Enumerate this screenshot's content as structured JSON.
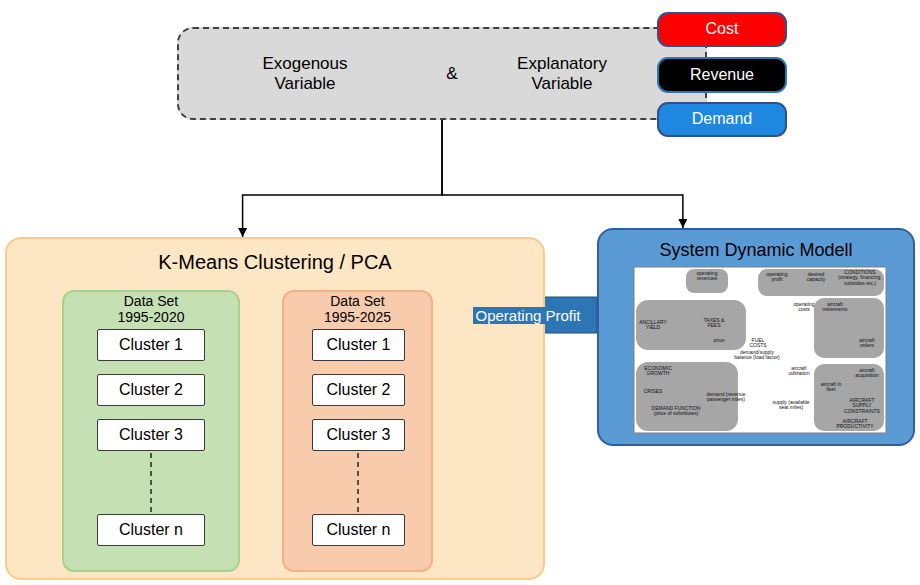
{
  "diagram": {
    "nodes": [
      {
        "text": [
          "Exogenous Variable",
          "&",
          "Explanatory Variable"
        ]
      },
      {
        "text": [
          "Cost"
        ]
      },
      {
        "text": [
          "Revenue"
        ]
      },
      {
        "text": [
          "Demand"
        ]
      },
      {
        "text": [
          "K-Means Clustering / PCA"
        ]
      },
      {
        "text": [
          "Data Set 1995-2020"
        ],
        "in": 4
      },
      {
        "text": [
          "Cluster 1"
        ],
        "in": 5
      },
      {
        "text": [
          "Cluster 2"
        ],
        "in": 5
      },
      {
        "text": [
          "Cluster 3"
        ],
        "in": 5
      },
      {
        "text": [
          "Cluster n"
        ],
        "in": 5
      },
      {
        "text": [
          "Data Set 1995-2025"
        ],
        "in": 4
      },
      {
        "text": [
          "Cluster 1"
        ],
        "in": 10
      },
      {
        "text": [
          "Cluster 2"
        ],
        "in": 10
      },
      {
        "text": [
          "Cluster 3"
        ],
        "in": 10
      },
      {
        "text": [
          "Cluster n"
        ],
        "in": 10
      },
      {
        "text": [
          "System Dynamic Modell"
        ]
      }
    ],
    "edges": [
      {
        "from": 0,
        "to": 4,
        "arrow": "to"
      },
      {
        "from": 0,
        "to": 15,
        "arrow": "to"
      },
      {
        "from": 15,
        "to": 10,
        "label": "Operating Profit",
        "arrow": "to"
      }
    ],
    "labels": [
      "operating revenues",
      "operating profit",
      "desired capacity",
      "CONDITIONS (strategy, financing, subsidies etc.)",
      "ANCILLARY YIELD",
      "TAXES & FEES",
      "price",
      "operating costs",
      "FUEL COSTS",
      "aircraft retirements",
      "aircraft orders",
      "demand/supply balance (load factor)",
      "aircraft utilization",
      "ECONOMIC GROWTH",
      "CRISES",
      "DEMAND FUNCTION (price of substitutes)",
      "demand (revenue passenger miles)",
      "supply (available seat miles)",
      "aircraft in fleet",
      "aircraft acquisition",
      "AIRCRAFT SUPPLY CONSTRAINTS",
      "AIRCRAFT PRODUCTIVITY"
    ]
  }
}
